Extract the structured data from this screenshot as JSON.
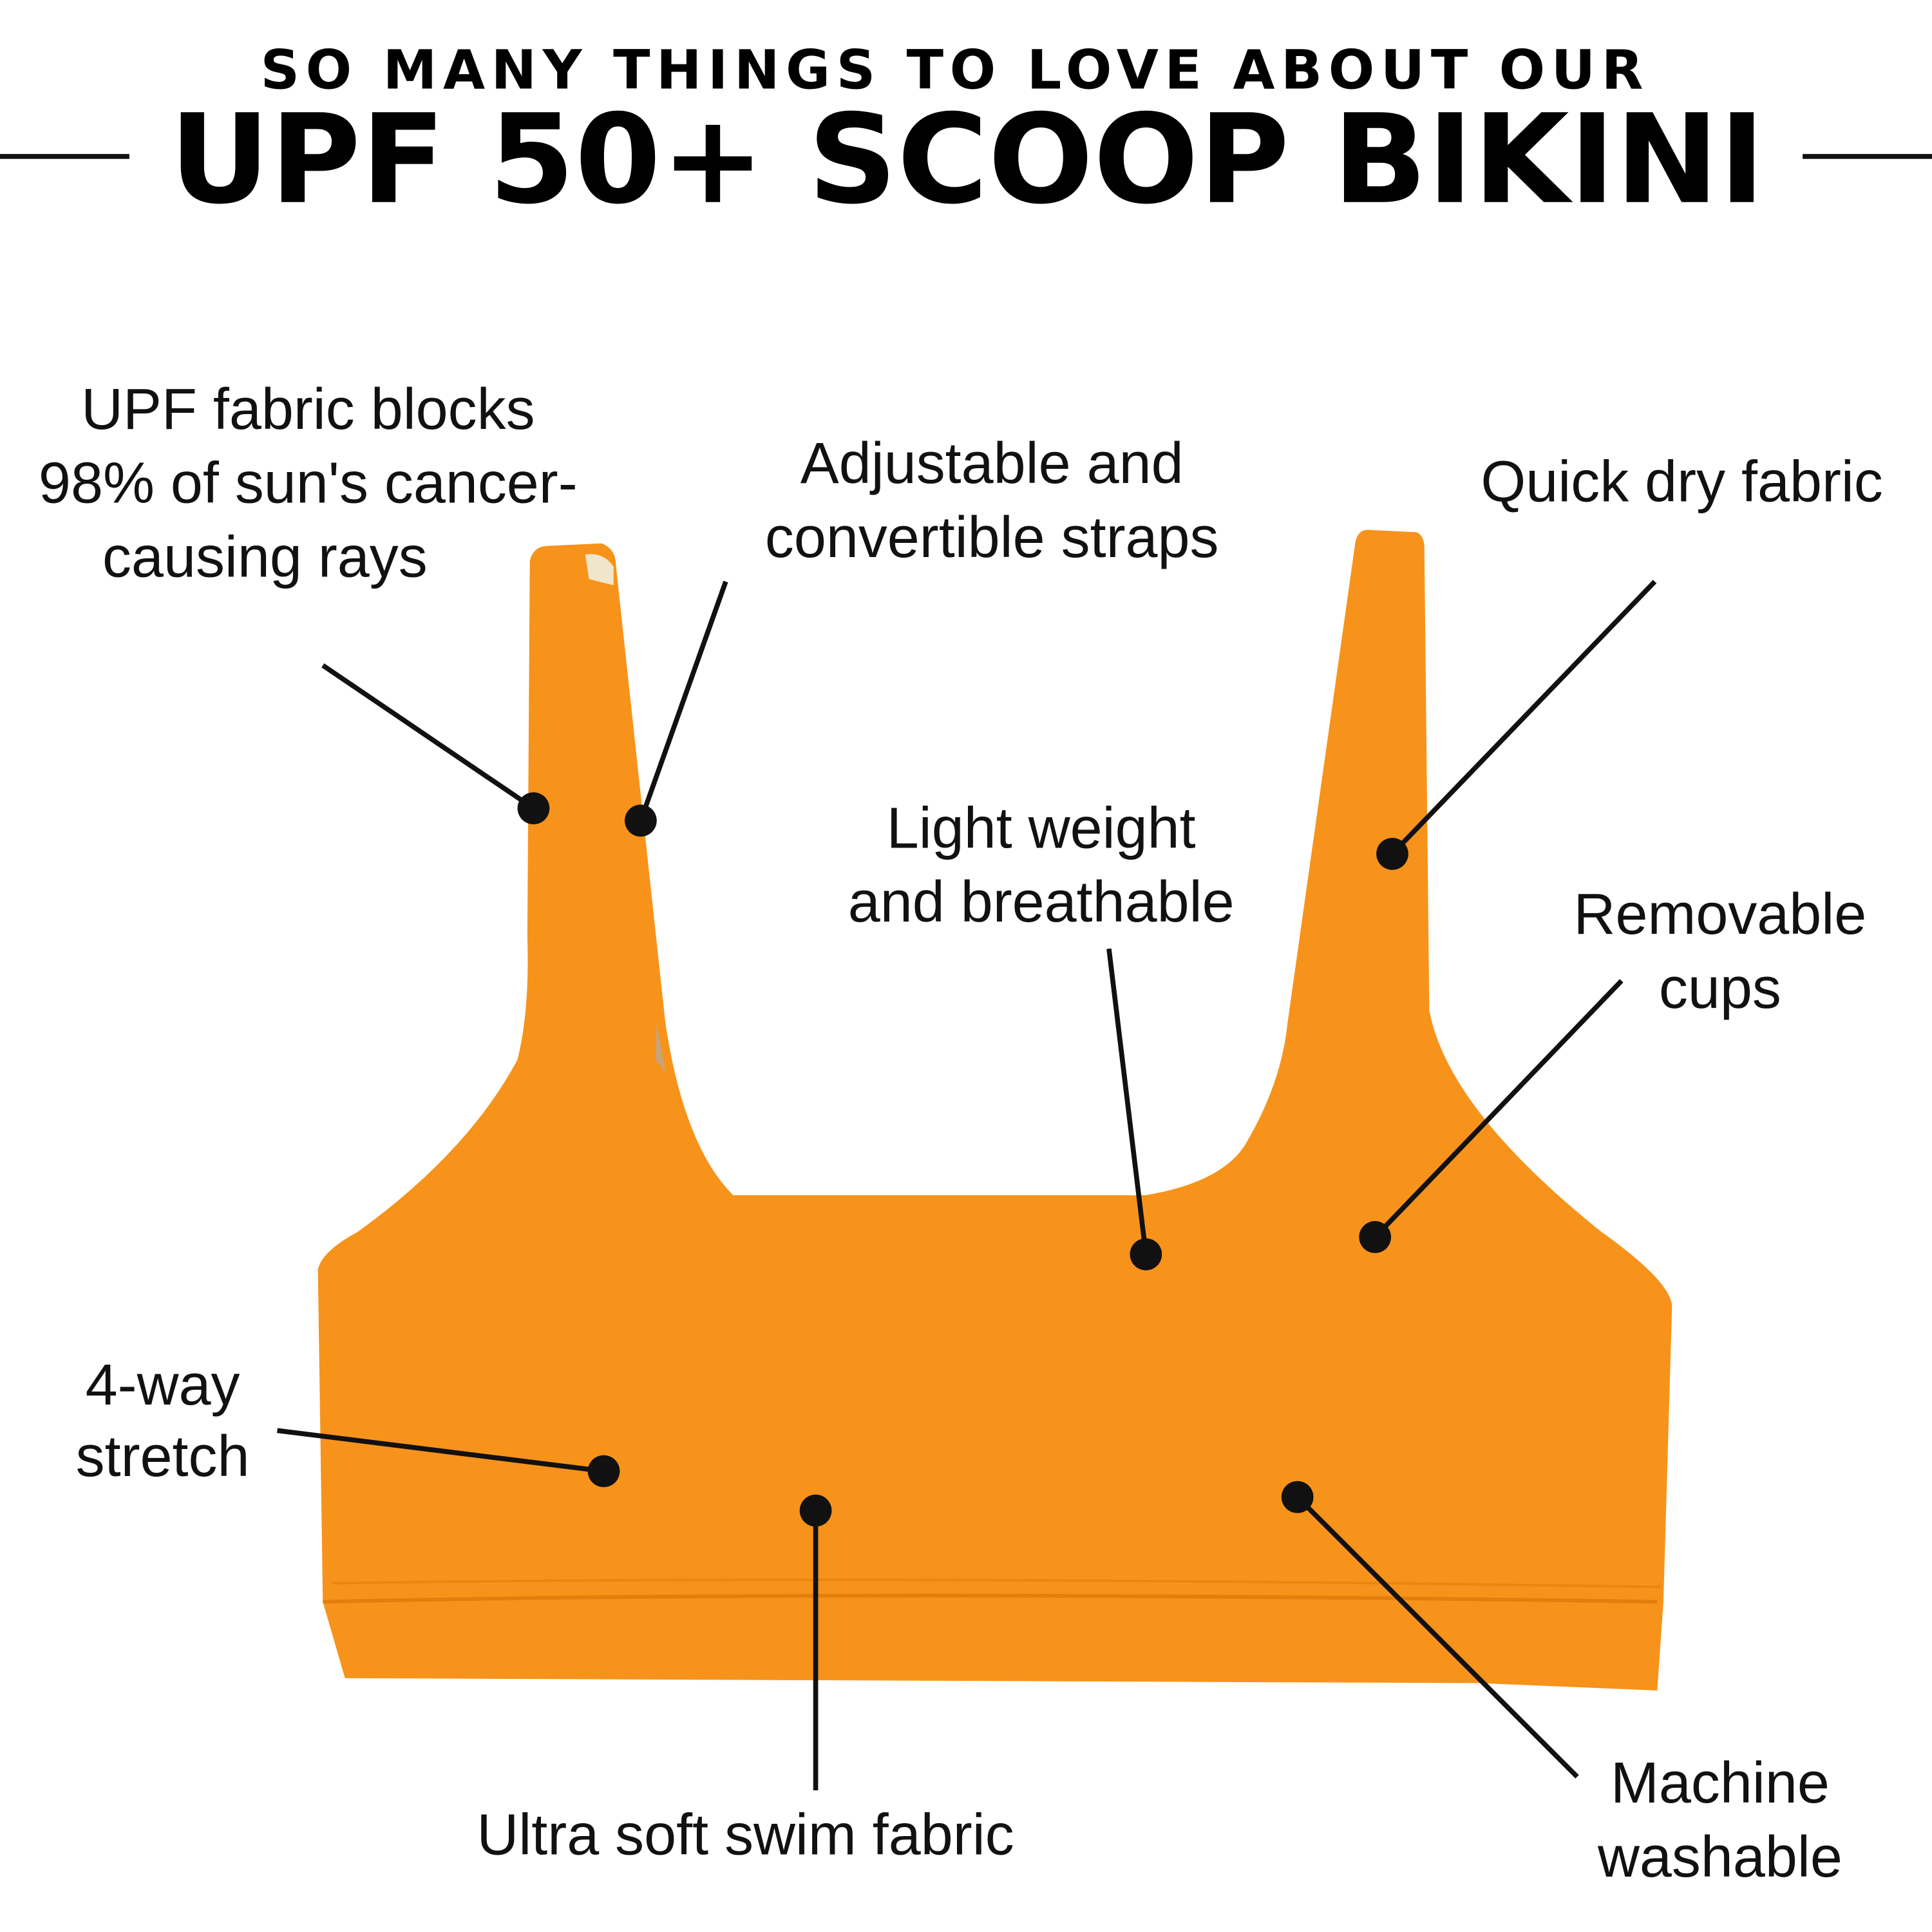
{
  "header": {
    "subtitle": "SO MANY THINGS TO LOVE ABOUT OUR",
    "title": "UPF 50+ SCOOP BIKINI"
  },
  "colors": {
    "fabric": "#F7931A",
    "fabric_shadow": "#E9860F",
    "text": "#111111"
  },
  "callouts": {
    "upf": [
      "UPF fabric blocks",
      "98% of sun's cancer-",
      "causing rays"
    ],
    "straps": [
      "Adjustable and",
      "convertible straps"
    ],
    "quickdry": [
      "Quick dry fabric"
    ],
    "light": [
      "Light weight",
      "and breathable"
    ],
    "cups": [
      "Removable",
      "cups"
    ],
    "stretch": [
      "4-way",
      "stretch"
    ],
    "soft": [
      "Ultra soft swim fabric"
    ],
    "machine": [
      "Machine",
      "washable"
    ]
  }
}
